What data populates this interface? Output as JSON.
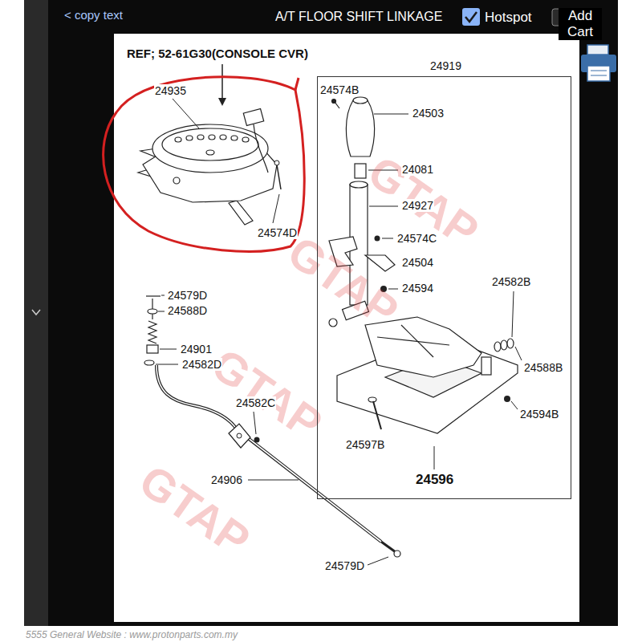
{
  "diagram": {
    "title": "A/T FLOOR SHIFT LINKAGE",
    "nodes": [
      {
        "text": [
          "24935",
          "24574D"
        ]
      },
      {
        "text": [
          "24919",
          "24574B",
          "24503",
          "24081",
          "24927",
          "24574C",
          "24504",
          "24594",
          "24582B",
          "24588B",
          "24594B",
          "24597B",
          "24596"
        ]
      }
    ],
    "labels": [
      "< copy text",
      "Hotspot",
      "Add Cart",
      "REF; 52-61G30(CONSOLE CVR)",
      "24579D",
      "24588D",
      "24901",
      "24582D",
      "24582C",
      "24906",
      "24579D",
      "GTAP",
      "GTAP",
      "GTAP",
      "GTAP",
      "5555 General Website : www.protonparts.com.my"
    ]
  }
}
